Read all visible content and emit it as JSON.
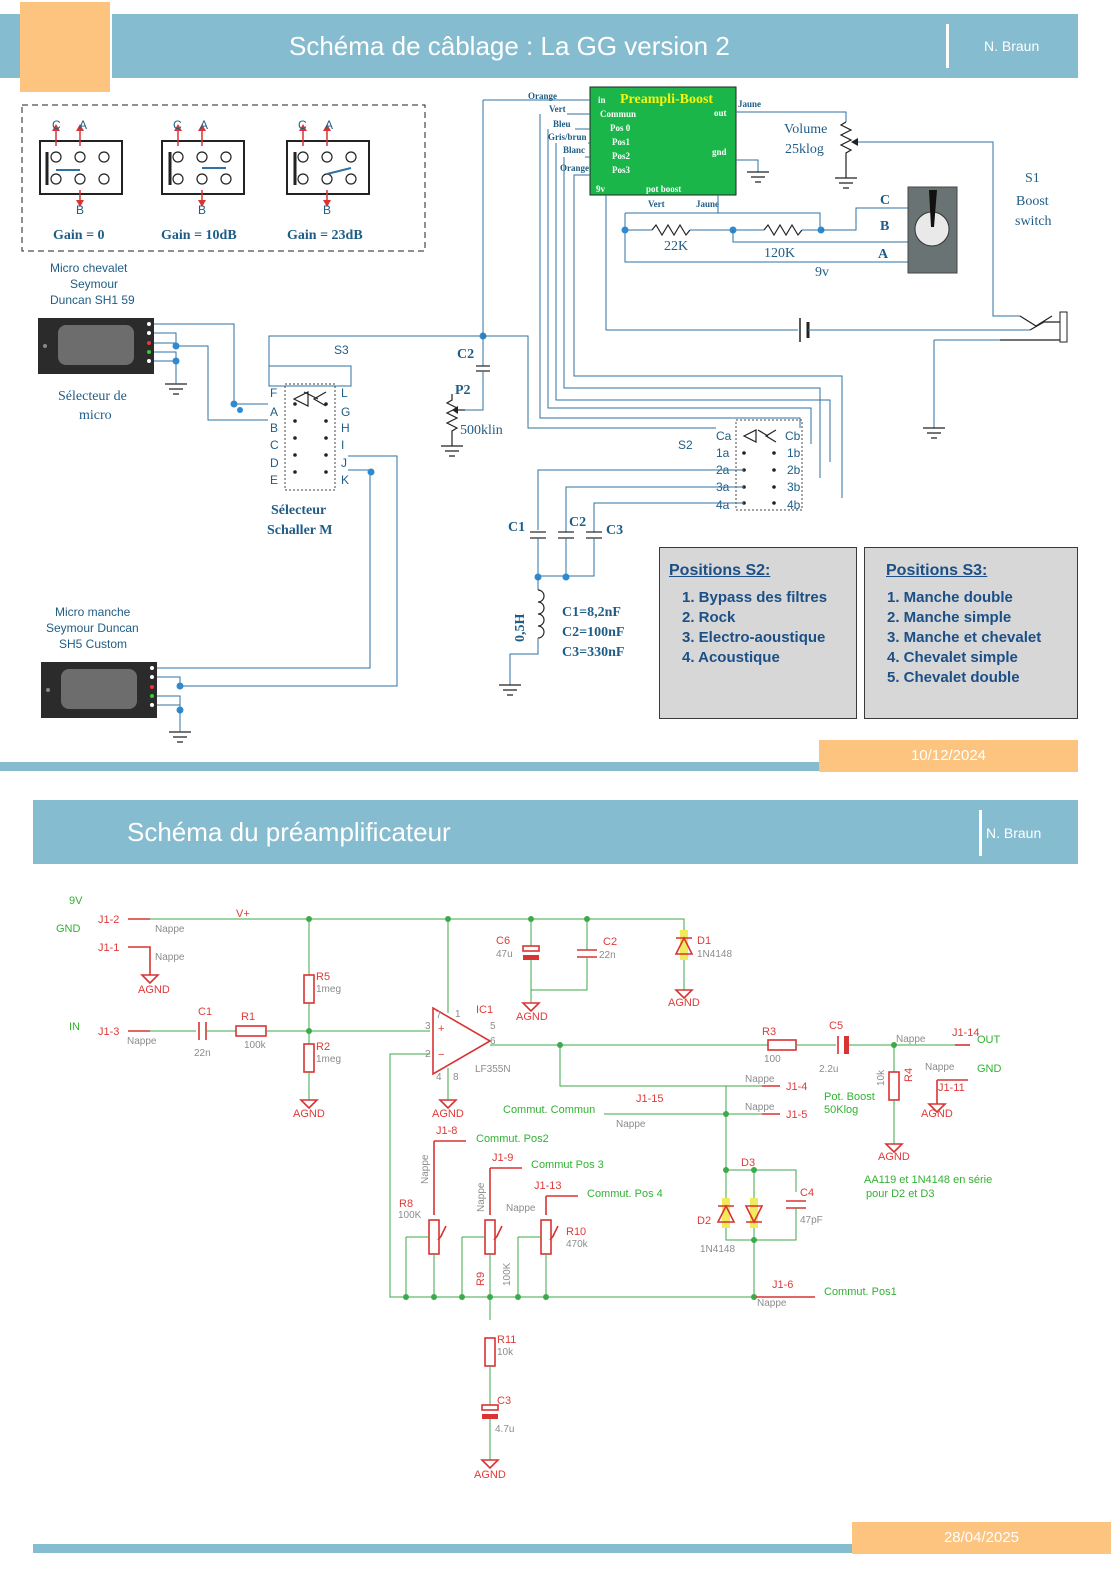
{
  "page1": {
    "title": "Schéma de câblage : La GG version 2",
    "author": "N. Braun",
    "date": "10/12/2024",
    "gain_labels": [
      "Gain = 0",
      "Gain = 10dB",
      "Gain = 23dB"
    ],
    "switch_pins": {
      "c": "C",
      "a": "A",
      "b": "B"
    },
    "pickup_bridge": [
      "Micro chevalet",
      "Seymour",
      "Duncan SH1 59"
    ],
    "pickup_neck": [
      "Micro manche",
      "Seymour Duncan",
      "SH5 Custom"
    ],
    "selector_micro": [
      "Sélecteur de",
      "micro"
    ],
    "selector_schaller": [
      "Sélecteur",
      "Schaller M"
    ],
    "s3_label": "S3",
    "s3_left_pins": [
      "F",
      "A",
      "B",
      "C",
      "D",
      "E"
    ],
    "s3_right_pins": [
      "L",
      "G",
      "H",
      "I",
      "J",
      "K"
    ],
    "c2_label": "C2",
    "p2_label": "P2",
    "p2_value": "500klin",
    "s2_label": "S2",
    "s2_left_pins": [
      "Ca",
      "1a",
      "2a",
      "3a",
      "4a"
    ],
    "s2_right_pins": [
      "Cb",
      "1b",
      "2b",
      "3b",
      "4b"
    ],
    "caps": [
      "C1",
      "C2",
      "C3"
    ],
    "cap_values": [
      "C1=8,2nF",
      "C2=100nF",
      "C3=330nF"
    ],
    "inductor": "0,5H",
    "preampli": {
      "title": "Preampli-Boost",
      "in": "in",
      "out": "out",
      "commun": "Commun",
      "pos": [
        "Pos 0",
        "Pos1",
        "Pos2",
        "Pos3"
      ],
      "gnd": "gnd",
      "nine_v": "9v",
      "pot_boost": "pot boost"
    },
    "wire_labels": [
      "Orange",
      "Vert",
      "Bleu",
      "Gris/brun",
      "Blanc",
      "Orange"
    ],
    "jaune": "Jaune",
    "vert2": "Vert",
    "jaune2": "Jaune",
    "volume": [
      "Volume",
      "25klog"
    ],
    "r22": "22K",
    "r120": "120K",
    "nine_v_label": "9v",
    "s1": [
      "S1",
      "Boost",
      "switch"
    ],
    "toggle_pins": [
      "C",
      "B",
      "A"
    ],
    "positions_s2": {
      "title": "Positions S2:",
      "items": [
        "1. Bypass des filtres",
        "2. Rock",
        "3. Electro-aoustique",
        "4. Acoustique"
      ]
    },
    "positions_s3": {
      "title": "Positions S3:",
      "items": [
        "1. Manche double",
        "2. Manche simple",
        "3. Manche et chevalet",
        "4. Chevalet simple",
        "5. Chevalet double"
      ]
    }
  },
  "page2": {
    "title": "Schéma du préamplificateur",
    "author": "N. Braun",
    "date": "28/04/2025",
    "nets": {
      "v9": "9V",
      "gnd": "GND",
      "in": "IN",
      "out": "OUT",
      "gnd2": "GND",
      "vplus": "V+"
    },
    "connectors": {
      "j12": "J1-2",
      "j11": "J1-1",
      "j13": "J1-3",
      "j114": "J1-14",
      "j111": "J1-11",
      "j14": "J1-4",
      "j15": "J1-5",
      "j115": "J1-15",
      "j18": "J1-8",
      "j19": "J1-9",
      "j113": "J1-13",
      "j16": "J1-6"
    },
    "nappe": "Nappe",
    "agnd": "AGND",
    "parts": {
      "c1": [
        "C1",
        "22n"
      ],
      "r1": [
        "R1",
        "100k"
      ],
      "r5": [
        "R5",
        "1meg"
      ],
      "r2": [
        "R2",
        "1meg"
      ],
      "ic1": [
        "IC1",
        "LF355N"
      ],
      "c6": [
        "C6",
        "47u"
      ],
      "c2": [
        "C2",
        "22n"
      ],
      "d1": [
        "D1",
        "1N4148"
      ],
      "r3": [
        "R3",
        "100"
      ],
      "c5": [
        "C5",
        "2.2u"
      ],
      "r4": [
        "R4",
        "10k"
      ],
      "d2": "D2",
      "d3": "D3",
      "d_value": "1N4148",
      "c4": [
        "C4",
        "47pF"
      ],
      "r8": [
        "R8",
        "100K"
      ],
      "r9": [
        "R9",
        "100K"
      ],
      "r10": [
        "R10",
        "470k"
      ],
      "r11": [
        "R11",
        "10k"
      ],
      "c3": [
        "C3",
        "4.7u"
      ]
    },
    "pins": {
      "p7": "7",
      "p1": "1",
      "p3": "3",
      "p2": "2",
      "p4": "4",
      "p8": "8",
      "p5": "5",
      "p6": "6"
    },
    "texts": {
      "pot_boost": [
        "Pot. Boost",
        "50Klog"
      ],
      "commut_commun": "Commut. Commun",
      "commut_pos2": "Commut. Pos2",
      "commut_pos3": "Commut Pos 3",
      "commut_pos4": "Commut. Pos 4",
      "commut_pos1": "Commut. Pos1",
      "note": [
        "AA119 et 1N4148 en série",
        "pour D2 et D3"
      ]
    }
  }
}
